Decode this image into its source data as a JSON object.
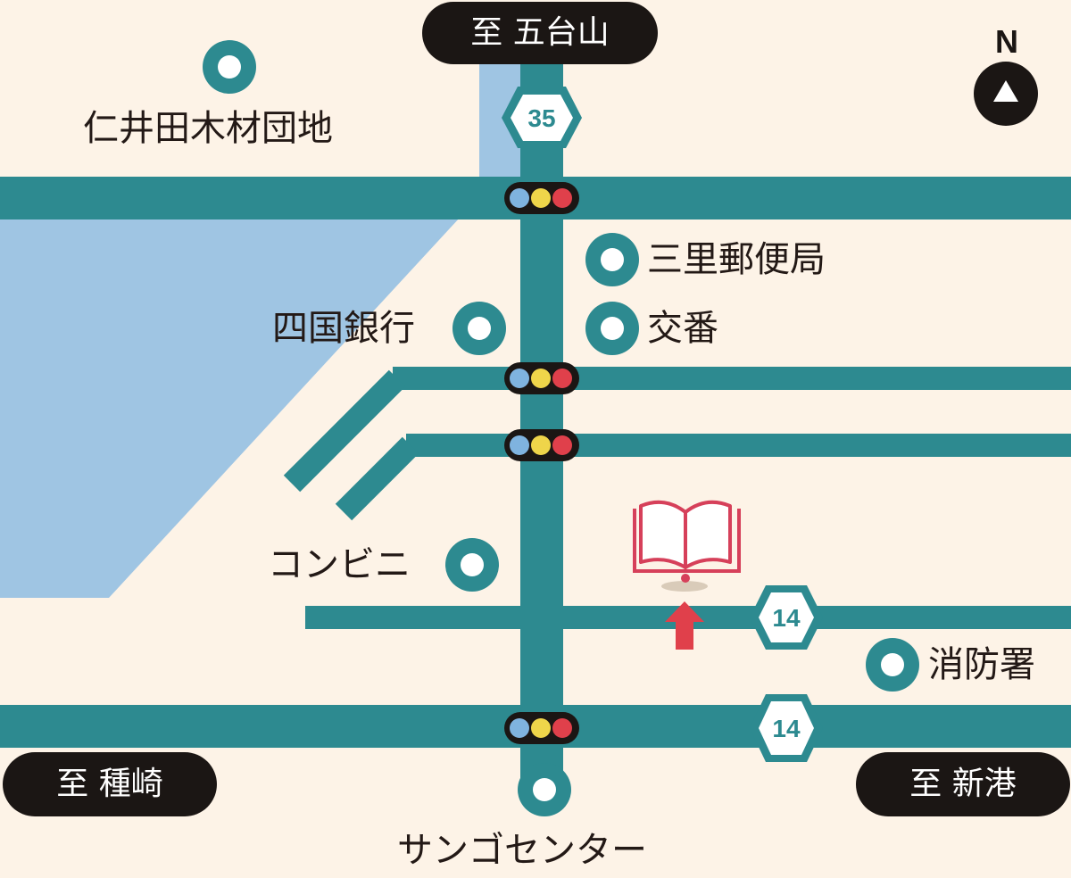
{
  "destinations": {
    "north": "至 五台山",
    "southwest": "至 種崎",
    "southeast": "至 新港"
  },
  "landmarks": {
    "nii_timber": "仁井田木材団地",
    "post_office": "三里郵便局",
    "shikoku_bank": "四国銀行",
    "police_box": "交番",
    "convenience_store": "コンビニ",
    "fire_station": "消防署",
    "sango_center": "サンゴセンター"
  },
  "routes": {
    "route_35": "35",
    "route_14_upper": "14",
    "route_14_lower": "14"
  },
  "compass": {
    "label": "N",
    "icon": "north-arrow-icon"
  },
  "destination_marker": {
    "icon": "open-book-icon",
    "pointer": "up-arrow-icon"
  },
  "colors": {
    "background": "#fdf3e7",
    "water": "#9fc5e3",
    "road": "#2d8a90",
    "pill": "#1b1614",
    "marker": "#d6405a",
    "pointer": "#e0404b",
    "signal_blue": "#7fb3df",
    "signal_yellow": "#efd54a",
    "signal_red": "#e0404b"
  }
}
